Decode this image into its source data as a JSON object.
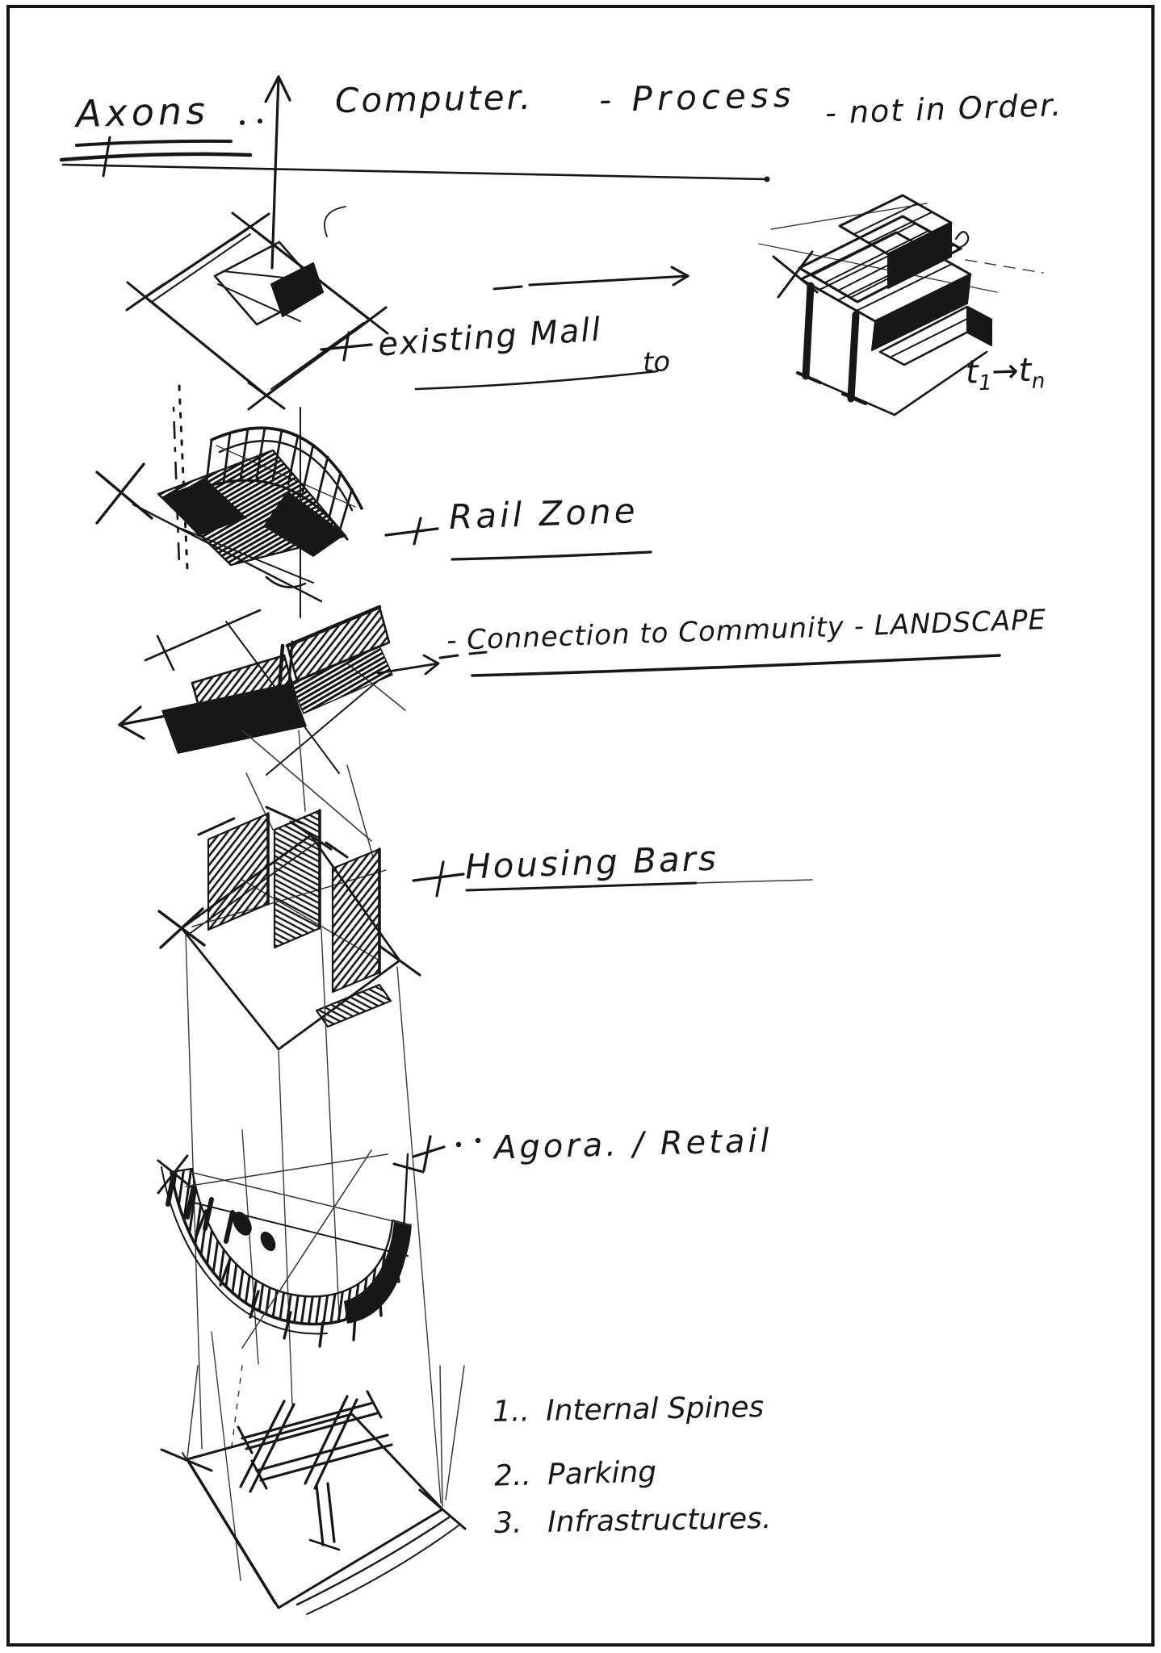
{
  "header": {
    "axons": "Axons",
    "computer": "Computer.",
    "process": "- Process",
    "not_in_order": "- not in Order."
  },
  "annotations": {
    "existing_mall": "existing Mall",
    "to": "to",
    "t_first": "t",
    "t_first_sub": "1",
    "t_arrow": "→",
    "t_last": "t",
    "t_last_sub": "n",
    "rail_zone": "Rail Zone",
    "connection": "- Connection to Community - LANDSCAPE",
    "housing_bars": "Housing Bars",
    "agora_retail": "Agora. / Retail"
  },
  "notes": [
    {
      "num": "1..",
      "text": "Internal Spines"
    },
    {
      "num": "2..",
      "text": "Parking"
    },
    {
      "num": "3.",
      "text": "Infrastructures."
    }
  ],
  "colors": {
    "ink": "#171717",
    "paper": "#ffffff"
  }
}
